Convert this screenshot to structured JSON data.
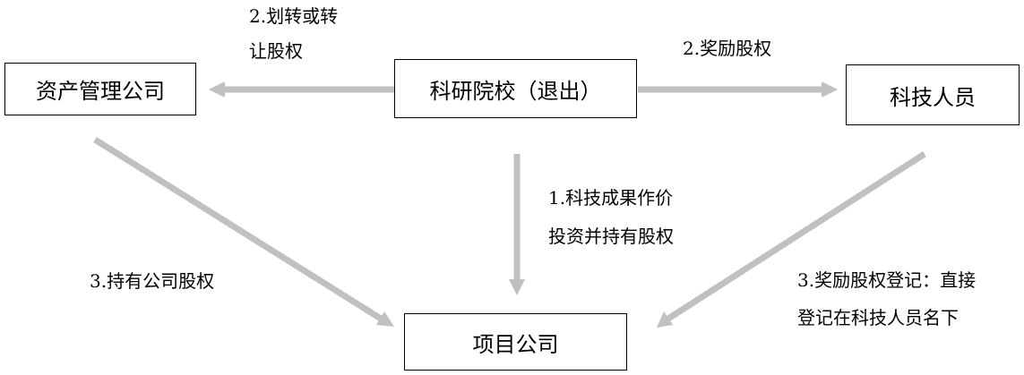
{
  "nodes": {
    "institute": "科研院校（退出）",
    "asset_company": "资产管理公司",
    "tech_staff": "科技人员",
    "project_company": "项目公司"
  },
  "edges": {
    "transfer": {
      "line1": "2.划转或转",
      "line2": "让股权"
    },
    "reward": {
      "line1": "2.奖励股权"
    },
    "invest": {
      "line1": "1.科技成果作价",
      "line2": "投资并持有股权"
    },
    "hold": {
      "line1": "3.持有公司股权"
    },
    "register": {
      "line1": "3.奖励股权登记：直接",
      "line2": "登记在科技人员名下"
    }
  },
  "colors": {
    "arrow": "#c0c0c0",
    "border": "#000000"
  }
}
